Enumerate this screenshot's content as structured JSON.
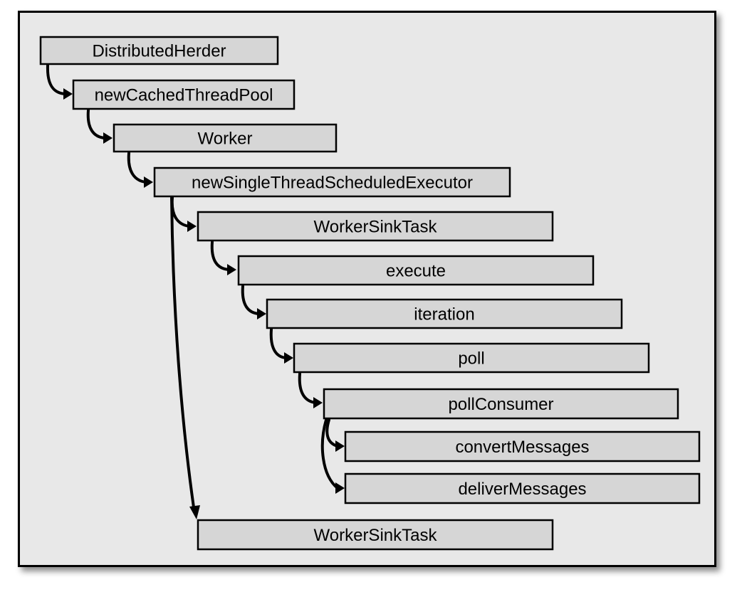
{
  "diagram": {
    "nodes": [
      {
        "id": "n0",
        "label": "DistributedHerder"
      },
      {
        "id": "n1",
        "label": "newCachedThreadPool"
      },
      {
        "id": "n2",
        "label": "Worker"
      },
      {
        "id": "n3",
        "label": "newSingleThreadScheduledExecutor"
      },
      {
        "id": "n4",
        "label": "WorkerSinkTask"
      },
      {
        "id": "n5",
        "label": "execute"
      },
      {
        "id": "n6",
        "label": "iteration"
      },
      {
        "id": "n7",
        "label": "poll"
      },
      {
        "id": "n8",
        "label": "pollConsumer"
      },
      {
        "id": "n9",
        "label": "convertMessages"
      },
      {
        "id": "n10",
        "label": "deliverMessages"
      },
      {
        "id": "n11",
        "label": "WorkerSinkTask"
      }
    ],
    "edges": [
      {
        "from": "n0",
        "to": "n1"
      },
      {
        "from": "n1",
        "to": "n2"
      },
      {
        "from": "n2",
        "to": "n3"
      },
      {
        "from": "n3",
        "to": "n4"
      },
      {
        "from": "n3",
        "to": "n11"
      },
      {
        "from": "n4",
        "to": "n5"
      },
      {
        "from": "n5",
        "to": "n6"
      },
      {
        "from": "n6",
        "to": "n7"
      },
      {
        "from": "n7",
        "to": "n8"
      },
      {
        "from": "n8",
        "to": "n9"
      },
      {
        "from": "n8",
        "to": "n10"
      }
    ]
  }
}
